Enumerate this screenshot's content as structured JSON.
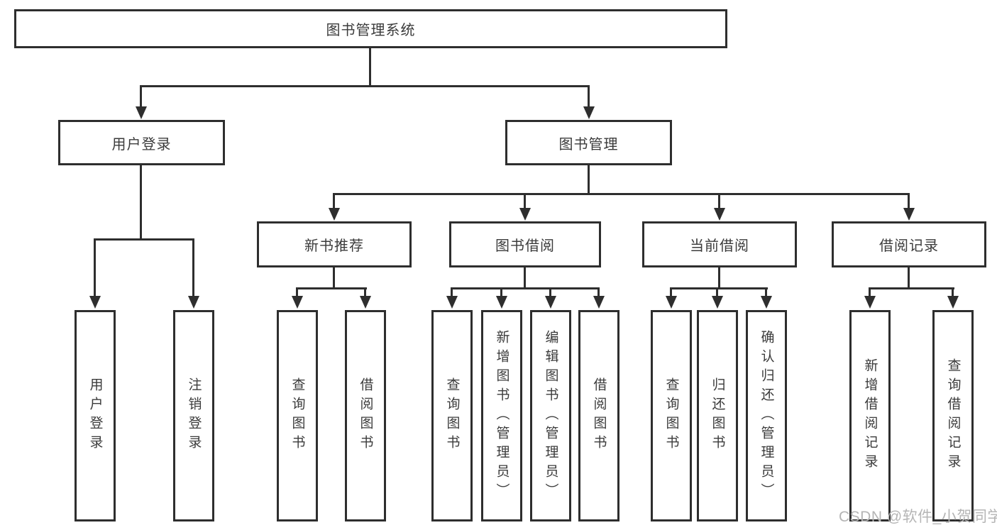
{
  "diagram": {
    "title": "图书管理系统",
    "branches": [
      {
        "label": "用户登录",
        "children": [
          "用户登录",
          "注销登录"
        ]
      },
      {
        "label": "图书管理",
        "sections": [
          {
            "label": "新书推荐",
            "children": [
              "查询图书",
              "借阅图书"
            ]
          },
          {
            "label": "图书借阅",
            "children": [
              "查询图书",
              "新增图书（管理员）",
              "编辑图书（管理员）",
              "借阅图书"
            ]
          },
          {
            "label": "当前借阅",
            "children": [
              "查询图书",
              "归还图书",
              "确认归还（管理员）"
            ]
          },
          {
            "label": "借阅记录",
            "children": [
              "新增借阅记录",
              "查询借阅记录"
            ]
          }
        ]
      }
    ],
    "line_color": "#2e2e2e"
  },
  "watermark": "CSDN @软件_小贺同学"
}
